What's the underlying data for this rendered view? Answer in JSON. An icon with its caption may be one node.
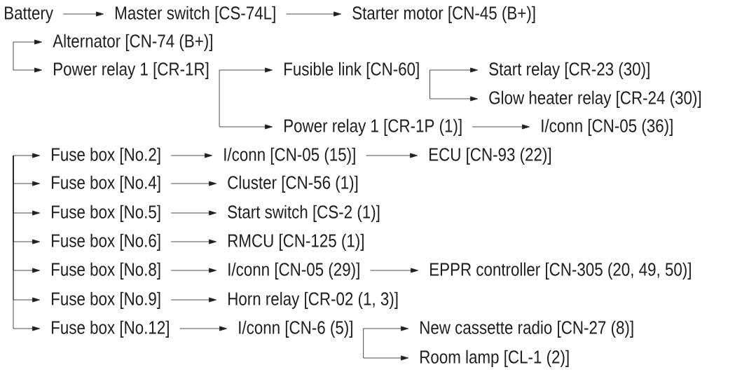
{
  "diagram": {
    "nodes": [
      {
        "text": [
          "Battery"
        ]
      },
      {
        "text": [
          "Master switch [CS-74L]"
        ]
      },
      {
        "text": [
          "Starter motor [CN-45 (B+)]"
        ]
      },
      {
        "text": [
          "Alternator [CN-74 (B+)]"
        ]
      },
      {
        "text": [
          "Power relay 1 [CR-1R]"
        ]
      },
      {
        "text": [
          "Fusible link [CN-60]"
        ]
      },
      {
        "text": [
          "Start relay [CR-23 (30)]"
        ]
      },
      {
        "text": [
          "Glow heater relay [CR-24 (30)]"
        ]
      },
      {
        "text": [
          "Power relay 1 [CR-1P (1)]"
        ]
      },
      {
        "text": [
          "I/conn [CN-05 (36)]"
        ]
      },
      {
        "text": [
          "Fuse box [No.2]"
        ]
      },
      {
        "text": [
          "I/conn [CN-05 (15)]"
        ]
      },
      {
        "text": [
          "ECU [CN-93 (22)]"
        ]
      },
      {
        "text": [
          "Fuse box [No.4]"
        ]
      },
      {
        "text": [
          "Cluster [CN-56 (1)]"
        ]
      },
      {
        "text": [
          "Fuse box [No.5]"
        ]
      },
      {
        "text": [
          "Start switch [CS-2 (1)]"
        ]
      },
      {
        "text": [
          "Fuse box [No.6]"
        ]
      },
      {
        "text": [
          "RMCU [CN-125 (1)]"
        ]
      },
      {
        "text": [
          "Fuse box [No.8]"
        ]
      },
      {
        "text": [
          "I/conn [CN-05 (29)]"
        ]
      },
      {
        "text": [
          "EPPR controller [CN-305 (20, 49, 50)]"
        ]
      },
      {
        "text": [
          "Fuse box [No.9]"
        ]
      },
      {
        "text": [
          "Horn relay [CR-02 (1, 3)]"
        ]
      },
      {
        "text": [
          "Fuse box [No.12]"
        ]
      },
      {
        "text": [
          "I/conn [CN-6 (5)]"
        ]
      },
      {
        "text": [
          "New cassette radio [CN-27 (8)]"
        ]
      },
      {
        "text": [
          "Room lamp [CL-1 (2)]"
        ]
      }
    ],
    "edges": [
      {
        "from": 0,
        "to": 1,
        "arrow": "to"
      },
      {
        "from": 1,
        "to": 2,
        "arrow": "to"
      },
      {
        "from": null,
        "to": 3,
        "arrow": "to"
      },
      {
        "from": null,
        "to": 4,
        "arrow": "to"
      },
      {
        "from": 4,
        "to": 5,
        "arrow": "to"
      },
      {
        "from": 4,
        "to": 8,
        "arrow": "to"
      },
      {
        "from": 5,
        "to": 6,
        "arrow": "to"
      },
      {
        "from": 5,
        "to": 7,
        "arrow": "to"
      },
      {
        "from": 8,
        "to": 9,
        "arrow": "to"
      },
      {
        "from": null,
        "to": 10,
        "arrow": "to"
      },
      {
        "from": 10,
        "to": 11,
        "arrow": "to"
      },
      {
        "from": 11,
        "to": 12,
        "arrow": "to"
      },
      {
        "from": null,
        "to": 13,
        "arrow": "to"
      },
      {
        "from": 13,
        "to": 14,
        "arrow": "to"
      },
      {
        "from": null,
        "to": 15,
        "arrow": "to"
      },
      {
        "from": 15,
        "to": 16,
        "arrow": "to"
      },
      {
        "from": null,
        "to": 17,
        "arrow": "to"
      },
      {
        "from": 17,
        "to": 18,
        "arrow": "to"
      },
      {
        "from": null,
        "to": 19,
        "arrow": "to"
      },
      {
        "from": 19,
        "to": 20,
        "arrow": "to"
      },
      {
        "from": 20,
        "to": 21,
        "arrow": "to"
      },
      {
        "from": null,
        "to": 22,
        "arrow": "to"
      },
      {
        "from": 22,
        "to": 23,
        "arrow": "to"
      },
      {
        "from": null,
        "to": 24,
        "arrow": "to"
      },
      {
        "from": 24,
        "to": 25,
        "arrow": "to"
      },
      {
        "from": 25,
        "to": 26,
        "arrow": "to"
      },
      {
        "from": 25,
        "to": 27,
        "arrow": "to"
      }
    ]
  }
}
